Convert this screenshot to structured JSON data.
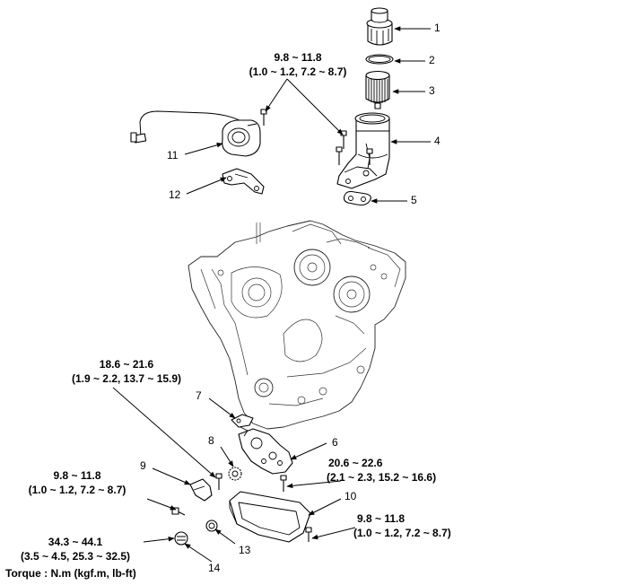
{
  "callouts": [
    "1",
    "2",
    "3",
    "4",
    "5",
    "6",
    "7",
    "8",
    "9",
    "10",
    "11",
    "12",
    "13",
    "14"
  ],
  "torque_values": [
    {
      "line1": "9.8 ~ 11.8",
      "line2": "(1.0 ~ 1.2, 7.2 ~ 8.7)"
    },
    {
      "line1": "18.6 ~ 21.6",
      "line2": "(1.9 ~ 2.2, 13.7 ~ 15.9)"
    },
    {
      "line1": "20.6 ~ 22.6",
      "line2": "(2.1 ~ 2.3, 15.2 ~ 16.6)"
    },
    {
      "line1": "9.8 ~ 11.8",
      "line2": "(1.0 ~ 1.2, 7.2 ~ 8.7)"
    },
    {
      "line1": "9.8 ~ 11.8",
      "line2": "(1.0 ~ 1.2, 7.2 ~ 8.7)"
    },
    {
      "line1": "34.3 ~ 44.1",
      "line2": "(3.5 ~ 4.5, 25.3 ~ 32.5)"
    }
  ],
  "footnote": "Torque : N.m (kgf.m, lb-ft)"
}
